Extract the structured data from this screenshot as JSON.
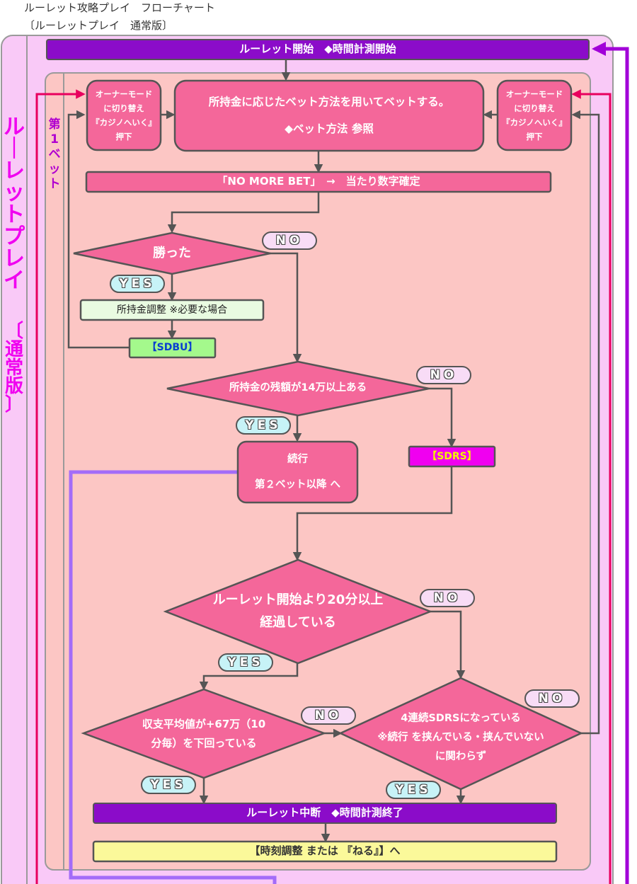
{
  "header": {
    "title": "ルーレット攻略プレイ　フローチャート",
    "subtitle": "〔ルーレットプレイ　通常版〕"
  },
  "side_label": {
    "main": [
      "ル",
      "｜",
      "レ",
      "ッ",
      "ト",
      "プ",
      "レ",
      "イ"
    ],
    "edition": [
      "〔",
      "通",
      "常",
      "版",
      "〕"
    ],
    "bet": [
      "第",
      "1",
      "ベ",
      "ッ",
      "ト"
    ]
  },
  "nodes": {
    "start": "ルーレット開始　◆時間計測開始",
    "owner_left": [
      "オーナーモード",
      "に切り替え",
      "『カジノへいく』",
      "押下"
    ],
    "owner_right": [
      "オーナーモード",
      "に切り替え",
      "『カジノへいく』",
      "押下"
    ],
    "bet": [
      "所持金に応じたベット方法を用いてベットする。",
      "◆ベット方法 参照"
    ],
    "no_more_bet": "「NO MORE BET」　→　当たり数字確定",
    "won": "勝った",
    "adjust": "所持金調整 ※必要な場合",
    "sdbu": "【SDBU】",
    "balance": "所持金の残額が14万以上ある",
    "continue": [
      "続行",
      "第２ベット以降 へ"
    ],
    "sdrs": "【SDRS】",
    "elapsed": [
      "ルーレット開始より20分以上",
      "経過している"
    ],
    "average": [
      "収支平均値が+67万（10",
      "分毎）を下回っている"
    ],
    "four_sdrs": [
      "4連続SDRSになっている",
      "※続行 を挟んでいる・挟んでいない",
      "に関わらず"
    ],
    "stop": "ルーレット中断　◆時間計測終了",
    "next": "【時刻調整 または 『ねる』】へ"
  },
  "branch_labels": {
    "no": "NO",
    "yes": "YES"
  },
  "colors": {
    "node_pink": "#f4679a",
    "panel_pink": "#fcc6c4",
    "outer_pink": "#f9c9f7",
    "purple_bar": "#8b0cc9",
    "arrow_magenta": "#e8005e",
    "arrow_purple": "#a100d8",
    "sdbu_green": "#a4f98c",
    "sdrs_magenta": "#f000f0",
    "next_yellow": "#fbf99a",
    "loop_lavender": "#a36cf8"
  }
}
